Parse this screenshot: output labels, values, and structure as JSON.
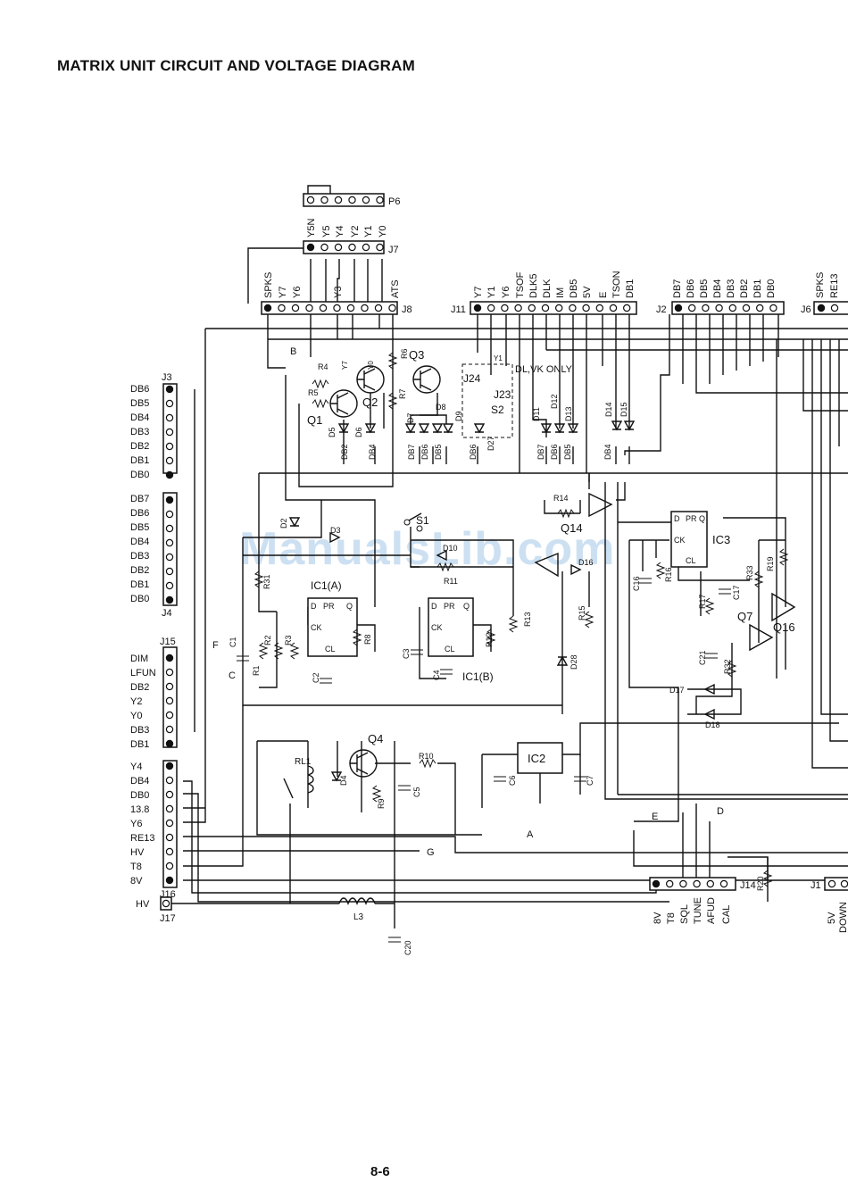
{
  "page": {
    "title": "MATRIX UNIT CIRCUIT AND VOLTAGE DIAGRAM",
    "page_number": "8-6",
    "watermark": "ManualsLib.com"
  },
  "connectors": {
    "J3": {
      "label": "J3",
      "pins": [
        "DB6",
        "DB5",
        "DB4",
        "DB3",
        "DB2",
        "DB1",
        "DB0"
      ]
    },
    "J4": {
      "label": "J4",
      "pins": [
        "DB7",
        "DB6",
        "DB5",
        "DB4",
        "DB3",
        "DB2",
        "DB1",
        "DB0"
      ]
    },
    "J15": {
      "label": "J15",
      "pins": [
        "DIM",
        "LFUN",
        "DB2",
        "Y2",
        "Y0",
        "DB3",
        "DB1"
      ]
    },
    "J16": {
      "label": "J16",
      "pins": [
        "Y4",
        "DB4",
        "DB0",
        "13.8",
        "Y6",
        "RE13",
        "HV",
        "T8",
        "8V"
      ]
    },
    "J17": {
      "label": "J17",
      "pins": [
        "HV"
      ]
    },
    "P6": {
      "label": "P6"
    },
    "J7": {
      "label": "J7",
      "pins": [
        "Y5N",
        "Y5",
        "Y4",
        "Y2",
        "Y1",
        "Y0"
      ]
    },
    "J8": {
      "label": "J8",
      "pins": [
        "SPKS",
        "Y7",
        "Y6",
        "",
        "Y3",
        "",
        "",
        "ATS"
      ]
    },
    "J11": {
      "label": "J11",
      "pins": [
        "Y7",
        "Y1",
        "Y6",
        "TSOF",
        "DLK5",
        "DLK",
        "IM",
        "DB5",
        "5V",
        "E",
        "TSON",
        "DB1"
      ]
    },
    "J2": {
      "label": "J2",
      "pins": [
        "DB7",
        "DB6",
        "DB5",
        "DB4",
        "DB3",
        "DB2",
        "DB1",
        "DB0"
      ]
    },
    "J6": {
      "label": "J6",
      "pins": [
        "SPKS",
        "RE13"
      ]
    },
    "J14": {
      "label": "J14",
      "pins": [
        "8V",
        "T8",
        "SQL",
        "TUNE",
        "AFUD",
        "CAL"
      ]
    },
    "J1": {
      "label": "J1",
      "pins": [
        "5V",
        "DOWN"
      ]
    }
  },
  "components": {
    "transistors": [
      "Q1",
      "Q2",
      "Q3",
      "Q4",
      "Q7",
      "Q14",
      "Q16"
    ],
    "ics": [
      "IC1(A)",
      "IC1(B)",
      "IC2",
      "IC3"
    ],
    "flipflop_pins": {
      "pr": "PR",
      "d": "D",
      "q": "Q",
      "ck": "CK",
      "cl": "CL"
    },
    "resistors": [
      "R1",
      "R2",
      "R3",
      "R4",
      "R5",
      "R6",
      "R7",
      "R8",
      "R9",
      "R10",
      "R11",
      "R12",
      "R13",
      "R14",
      "R15",
      "R16",
      "R17",
      "R19",
      "R20",
      "R31",
      "R32",
      "R33"
    ],
    "capacitors": [
      "C1",
      "C2",
      "C3",
      "C4",
      "C5",
      "C6",
      "C7",
      "C16",
      "C17",
      "C20",
      "C21"
    ],
    "diodes": [
      "D2",
      "D3",
      "D4",
      "D5",
      "D6",
      "D7",
      "D8",
      "D9",
      "D10",
      "D11",
      "D12",
      "D13",
      "D14",
      "D15",
      "D16",
      "D17",
      "D18",
      "D27",
      "D28"
    ],
    "switches": [
      "S1",
      "S2"
    ],
    "relay": "RL1",
    "inductor": "L3",
    "jumpers": [
      "J23",
      "J24"
    ],
    "note": "DL,VK ONLY"
  },
  "net_labels": [
    "A",
    "B",
    "C",
    "D",
    "E",
    "F",
    "G"
  ],
  "trace_labels": {
    "q1": "DB2",
    "q2": "DB4",
    "q3a": "DB7",
    "q3b": "DB6",
    "q3c": "DB5",
    "q3d": "DB6",
    "mid1": "DB7",
    "mid2": "DB6",
    "mid3": "DB5",
    "mid4": "DB4",
    "y1": "Y1",
    "y0": "Y0",
    "y7": "Y7"
  }
}
